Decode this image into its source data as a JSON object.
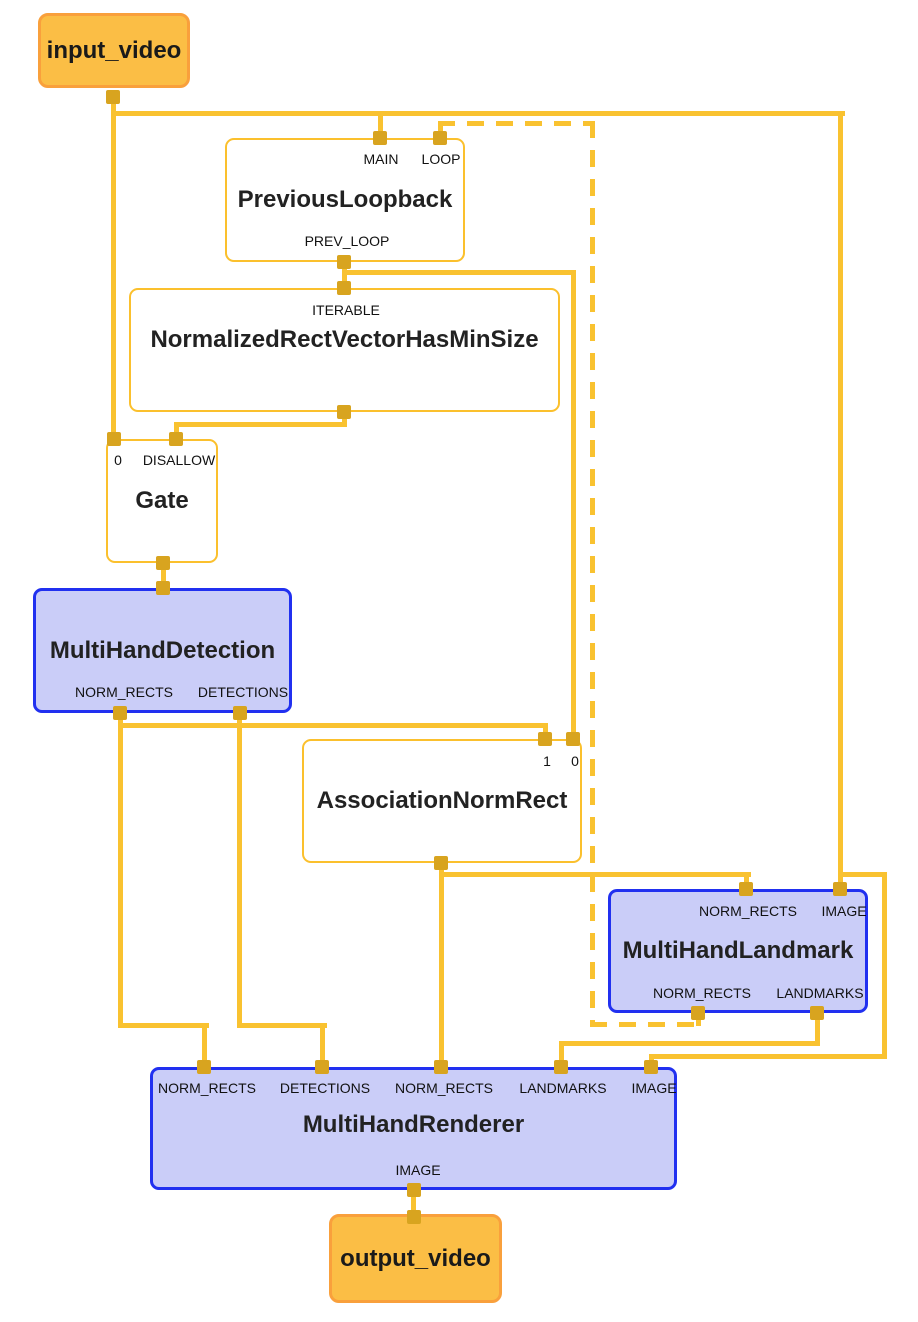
{
  "colors": {
    "edge": "#F9C230",
    "port": "#D8A41F",
    "calculator_border": "#FBC02D",
    "subgraph_border": "#2130F0",
    "subgraph_fill": "#CACDF8",
    "stream_fill": "#FBBE45",
    "stream_border": "#F9A03C",
    "text": "#222222"
  },
  "nodes": {
    "input_video": {
      "label": "input_video"
    },
    "previous_loopback": {
      "title": "PreviousLoopback",
      "port_main": "MAIN",
      "port_loop": "LOOP",
      "port_prev_loop": "PREV_LOOP"
    },
    "normalized_rect_vector_has_min_size": {
      "title": "NormalizedRectVectorHasMinSize",
      "port_iterable": "ITERABLE"
    },
    "gate": {
      "title": "Gate",
      "port_0": "0",
      "port_disallow": "DISALLOW"
    },
    "multi_hand_detection": {
      "title": "MultiHandDetection",
      "port_norm_rects": "NORM_RECTS",
      "port_detections": "DETECTIONS"
    },
    "association_norm_rect": {
      "title": "AssociationNormRect",
      "port_1": "1",
      "port_0": "0"
    },
    "multi_hand_landmark": {
      "title": "MultiHandLandmark",
      "port_norm_rects_in": "NORM_RECTS",
      "port_image": "IMAGE",
      "port_norm_rects_out": "NORM_RECTS",
      "port_landmarks": "LANDMARKS"
    },
    "multi_hand_renderer": {
      "title": "MultiHandRenderer",
      "port_norm_rects_1": "NORM_RECTS",
      "port_detections": "DETECTIONS",
      "port_norm_rects_2": "NORM_RECTS",
      "port_landmarks": "LANDMARKS",
      "port_image_in": "IMAGE",
      "port_image_out": "IMAGE"
    },
    "output_video": {
      "label": "output_video"
    }
  },
  "edges": [
    {
      "from": "input_video",
      "to": "PreviousLoopback.MAIN",
      "style": "solid"
    },
    {
      "from": "input_video",
      "to": "Gate.0",
      "style": "solid"
    },
    {
      "from": "input_video",
      "to": "MultiHandLandmark.IMAGE",
      "style": "solid"
    },
    {
      "from": "input_video",
      "to": "MultiHandRenderer.IMAGE",
      "style": "solid"
    },
    {
      "from": "PreviousLoopback.PREV_LOOP",
      "to": "NormalizedRectVectorHasMinSize.ITERABLE",
      "style": "solid"
    },
    {
      "from": "PreviousLoopback.PREV_LOOP",
      "to": "AssociationNormRect.0",
      "style": "solid"
    },
    {
      "from": "NormalizedRectVectorHasMinSize",
      "to": "Gate.DISALLOW",
      "style": "solid"
    },
    {
      "from": "Gate",
      "to": "MultiHandDetection",
      "style": "solid"
    },
    {
      "from": "MultiHandDetection.NORM_RECTS",
      "to": "AssociationNormRect.1",
      "style": "solid"
    },
    {
      "from": "MultiHandDetection.NORM_RECTS",
      "to": "MultiHandRenderer.NORM_RECTS",
      "style": "solid"
    },
    {
      "from": "MultiHandDetection.DETECTIONS",
      "to": "MultiHandRenderer.DETECTIONS",
      "style": "solid"
    },
    {
      "from": "AssociationNormRect",
      "to": "MultiHandLandmark.NORM_RECTS",
      "style": "solid"
    },
    {
      "from": "AssociationNormRect",
      "to": "MultiHandRenderer.NORM_RECTS",
      "style": "solid"
    },
    {
      "from": "MultiHandLandmark.LANDMARKS",
      "to": "MultiHandRenderer.LANDMARKS",
      "style": "solid"
    },
    {
      "from": "MultiHandLandmark.NORM_RECTS",
      "to": "PreviousLoopback.LOOP",
      "style": "dashed"
    },
    {
      "from": "MultiHandRenderer.IMAGE",
      "to": "output_video",
      "style": "solid"
    }
  ]
}
